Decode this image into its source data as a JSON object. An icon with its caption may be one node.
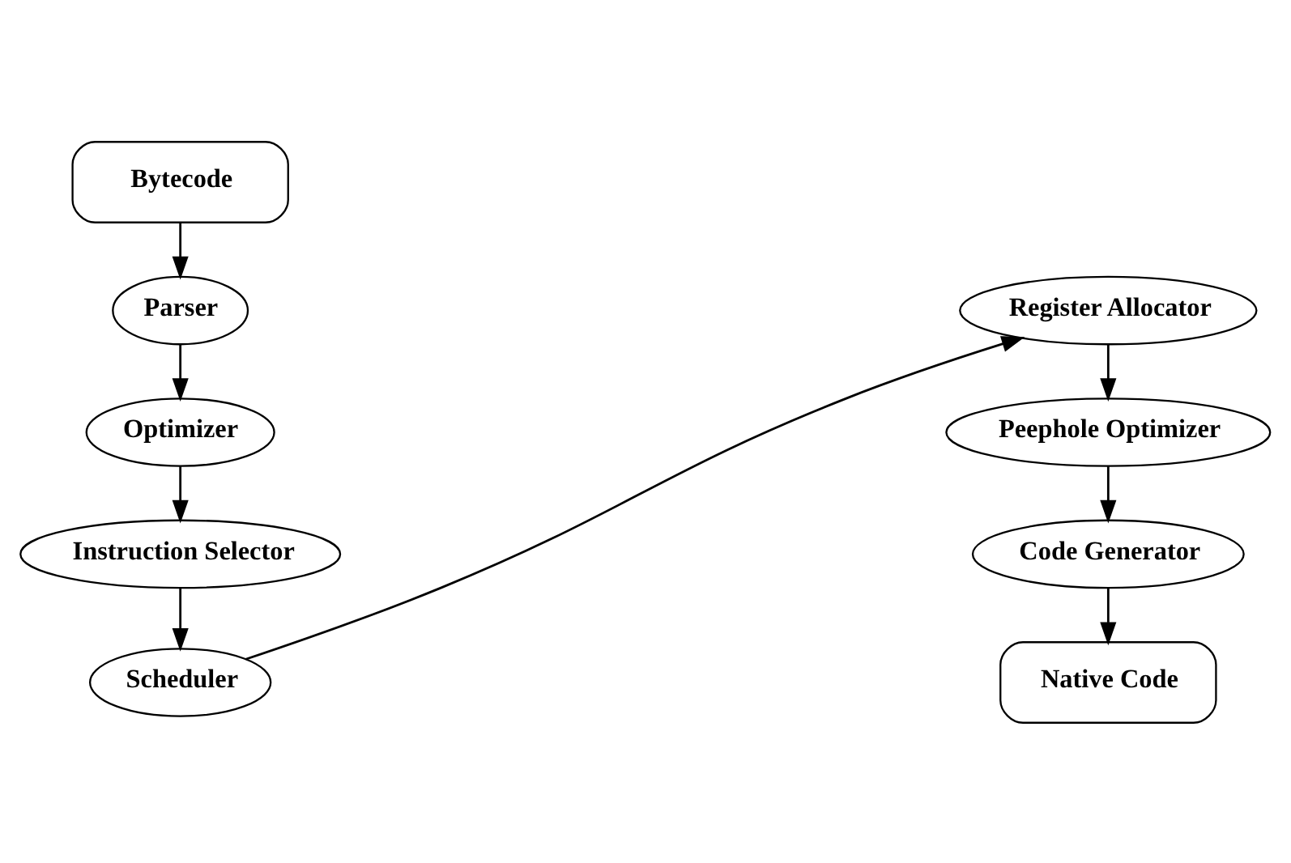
{
  "diagram": {
    "nodes": [
      {
        "text": [
          "Bytecode"
        ]
      },
      {
        "text": [
          "Parser"
        ]
      },
      {
        "text": [
          "Optimizer"
        ]
      },
      {
        "text": [
          "Instruction Selector"
        ]
      },
      {
        "text": [
          "Scheduler"
        ]
      },
      {
        "text": [
          "Register Allocator"
        ]
      },
      {
        "text": [
          "Peephole Optimizer"
        ]
      },
      {
        "text": [
          "Code Generator"
        ]
      },
      {
        "text": [
          "Native Code"
        ]
      }
    ],
    "edges": [
      {
        "from": 0,
        "to": 1,
        "arrow": "to"
      },
      {
        "from": 1,
        "to": 2,
        "arrow": "to"
      },
      {
        "from": 2,
        "to": 3,
        "arrow": "to"
      },
      {
        "from": 3,
        "to": 4,
        "arrow": "to"
      },
      {
        "from": 4,
        "to": 5,
        "arrow": "to"
      },
      {
        "from": 5,
        "to": 6,
        "arrow": "to"
      },
      {
        "from": 6,
        "to": 7,
        "arrow": "to"
      },
      {
        "from": 7,
        "to": 8,
        "arrow": "to"
      }
    ]
  }
}
